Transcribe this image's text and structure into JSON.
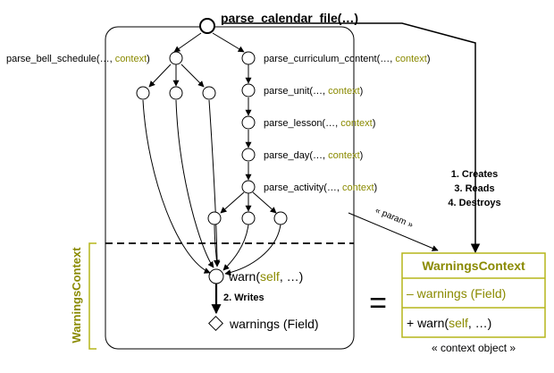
{
  "root": {
    "label": "parse_calendar_file(…)"
  },
  "functions": {
    "bell": {
      "name": "parse_bell_schedule(…, ",
      "ctx": "context",
      "close": ")"
    },
    "curriculum": {
      "name": "parse_curriculum_content(…, ",
      "ctx": "context",
      "close": ")"
    },
    "unit": {
      "name": "parse_unit(…, ",
      "ctx": "context",
      "close": ")"
    },
    "lesson": {
      "name": "parse_lesson(…, ",
      "ctx": "context",
      "close": ")"
    },
    "day": {
      "name": "parse_day(…, ",
      "ctx": "context",
      "close": ")"
    },
    "activity": {
      "name": "parse_activity(…, ",
      "ctx": "context",
      "close": ")"
    }
  },
  "warn": {
    "prefix": "warn(",
    "self": "self",
    "suffix": ", …)"
  },
  "writes": "2. Writes",
  "warnings_field": "warnings (Field)",
  "context_side_label": "WarningsContext",
  "lifecycle": {
    "line1": "1. Creates",
    "line2": "3. Reads",
    "line3": "4. Destroys"
  },
  "param_label": "« param »",
  "equals": "=",
  "context_box": {
    "title": "WarningsContext",
    "field": "– warnings (Field)",
    "method_prefix": "+ warn(",
    "method_self": "self",
    "method_suffix": ", …)",
    "stereotype": "« context object »"
  },
  "colors": {
    "accent": "#8a8a00",
    "box_border": "#b5b51a",
    "line": "#000000"
  }
}
